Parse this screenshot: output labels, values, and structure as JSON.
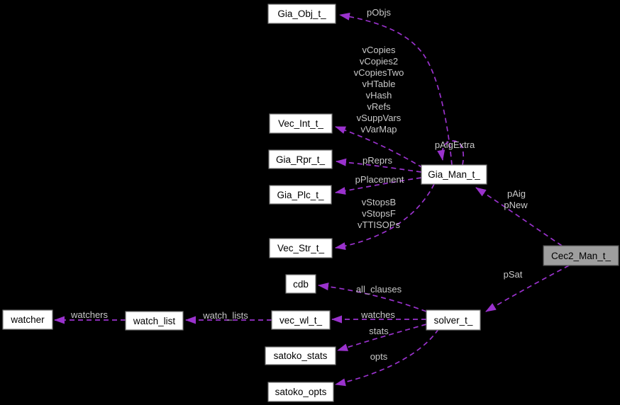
{
  "diagram": {
    "kind": "collaboration-graph",
    "colors": {
      "background": "#000000",
      "edge": "#9a32cd",
      "edge_label": "#c9c9c9",
      "node_fill": "#ffffff",
      "node_border": "#757575",
      "highlight_node_fill": "#9e9e9e"
    },
    "nodes": {
      "gia_obj": {
        "label": "Gia_Obj_t_"
      },
      "vec_int": {
        "label": "Vec_Int_t_"
      },
      "gia_rpr": {
        "label": "Gia_Rpr_t_"
      },
      "gia_plc": {
        "label": "Gia_Plc_t_"
      },
      "vec_str": {
        "label": "Vec_Str_t_"
      },
      "cdb": {
        "label": "cdb"
      },
      "watcher": {
        "label": "watcher"
      },
      "watch_list": {
        "label": "watch_list"
      },
      "vec_wl": {
        "label": "vec_wl_t_"
      },
      "satoko_stats": {
        "label": "satoko_stats"
      },
      "satoko_opts": {
        "label": "satoko_opts"
      },
      "gia_man": {
        "label": "Gia_Man_t_"
      },
      "cec2_man": {
        "label": "Cec2_Man_t_"
      },
      "solver": {
        "label": "solver_t_"
      }
    },
    "edge_labels": {
      "pObjs": "pObjs",
      "gia_man_vec_int_fields": [
        "vCopies",
        "vCopies2",
        "vCopiesTwo",
        "vHTable",
        "vHash",
        "vRefs",
        "vSuppVars",
        "vVarMap"
      ],
      "pAigExtra": "pAigExtra",
      "pReprs": "pReprs",
      "pPlacement": "pPlacement",
      "gia_man_vec_str_fields": [
        "vStopsB",
        "vStopsF",
        "vTTISOPs"
      ],
      "cec2_gia_fields": [
        "pAig",
        "pNew"
      ],
      "pSat": "pSat",
      "all_clauses": "all_clauses",
      "watches": "watches",
      "stats": "stats",
      "opts": "opts",
      "watch_lists": "watch_lists",
      "watchers": "watchers"
    }
  }
}
